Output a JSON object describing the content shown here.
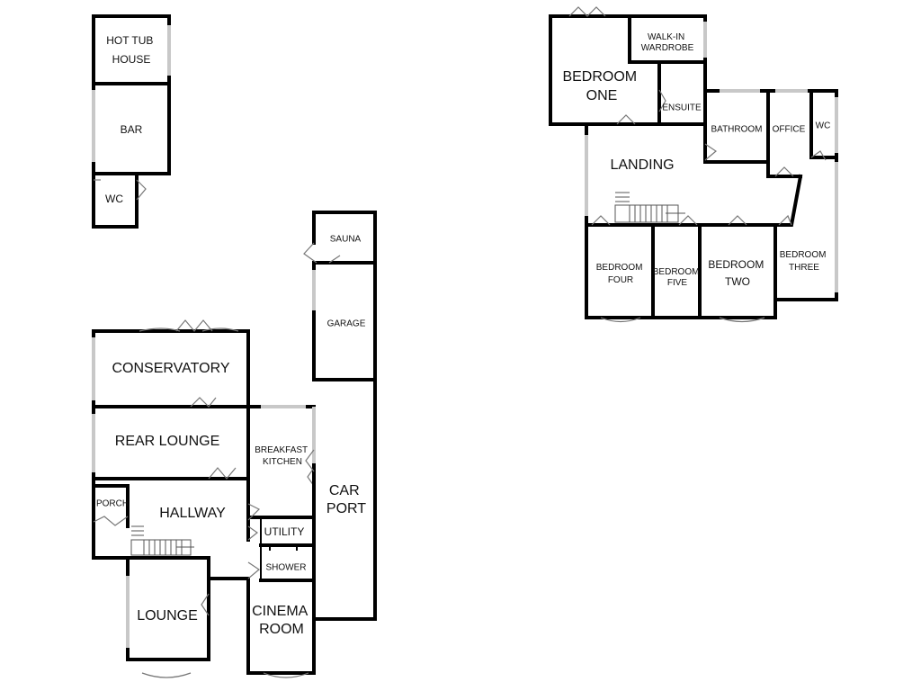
{
  "outbuilding": {
    "hot_tub_house": [
      "HOT TUB",
      "HOUSE"
    ],
    "bar": "BAR",
    "wc": "WC"
  },
  "ground_floor": {
    "sauna": "SAUNA",
    "garage": "GARAGE",
    "conservatory": "CONSERVATORY",
    "rear_lounge": "REAR LOUNGE",
    "breakfast_kitchen": [
      "BREAKFAST",
      "KITCHEN"
    ],
    "car_port": [
      "CAR",
      "PORT"
    ],
    "porch": "PORCH",
    "hallway": "HALLWAY",
    "utility": "UTILITY",
    "shower": "SHOWER",
    "lounge": "LOUNGE",
    "cinema_room": [
      "CINEMA",
      "ROOM"
    ]
  },
  "first_floor": {
    "walk_in_wardrobe": [
      "WALK-IN",
      "WARDROBE"
    ],
    "bedroom_one": [
      "BEDROOM",
      "ONE"
    ],
    "ensuite": "ENSUITE",
    "bathroom": "BATHROOM",
    "office": "OFFICE",
    "wc": "WC",
    "landing": "LANDING",
    "bedroom_four": [
      "BEDROOM",
      "FOUR"
    ],
    "bedroom_five": [
      "BEDROOM",
      "FIVE"
    ],
    "bedroom_two": [
      "BEDROOM",
      "TWO"
    ],
    "bedroom_three": [
      "BEDROOM",
      "THREE"
    ]
  }
}
